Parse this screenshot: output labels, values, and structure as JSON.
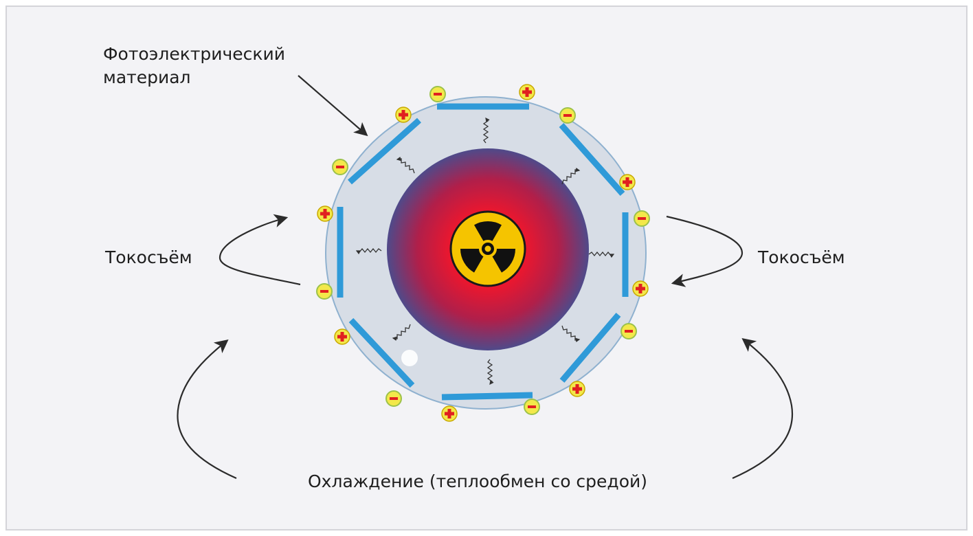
{
  "labels": {
    "photoelectric_material": "Фотоэлектрический материал",
    "current_collector_left": "Токосъём",
    "current_collector_right": "Токосъём",
    "cooling": "Охлаждение (теплообмен со средой)"
  },
  "colors": {
    "background": "#f3f3f6",
    "shell_fill": "#d7dde6",
    "shell_stroke": "#8fb1cf",
    "plate": "#2f9ad8",
    "core_center": "#ff1a1a",
    "core_edge": "#5a4a8e",
    "radiation_yellow": "#f5c400",
    "charge_yellow": "#f0e44a",
    "charge_red": "#e52222",
    "arrow": "#2b2b2b"
  },
  "icons": {
    "core_symbol": "radiation-trefoil-icon",
    "positive_charge": "plus-charge-icon",
    "negative_charge": "minus-charge-icon"
  }
}
